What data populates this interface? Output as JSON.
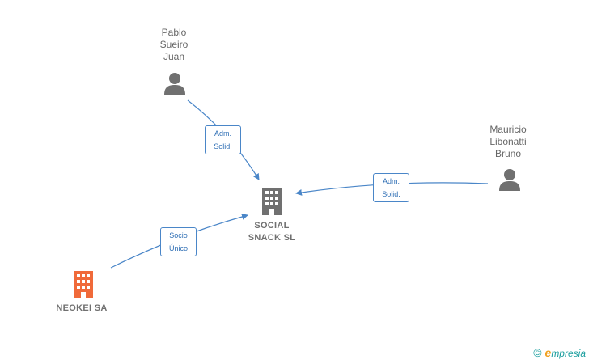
{
  "nodes": {
    "pablo": {
      "label": "Pablo\nSueiro\nJuan",
      "kind": "person-icon"
    },
    "mauricio": {
      "label": "Mauricio\nLibonatti\nBruno",
      "kind": "person-icon"
    },
    "social": {
      "label": "SOCIAL\nSNACK  SL",
      "kind": "building-icon",
      "color": "#707070"
    },
    "neokei": {
      "label": "NEOKEI SA",
      "kind": "building-icon",
      "color": "#f06a3a"
    }
  },
  "edges": {
    "pablo_social": {
      "label": "Adm.\nSolid."
    },
    "mauricio_social": {
      "label": "Adm.\nSolid."
    },
    "neokei_social": {
      "label": "Socio\nÚnico"
    }
  },
  "colors": {
    "edge": "#4a86c8",
    "person": "#707070"
  },
  "brand": {
    "copyright": "©",
    "initial": "e",
    "name": "mpresia"
  }
}
